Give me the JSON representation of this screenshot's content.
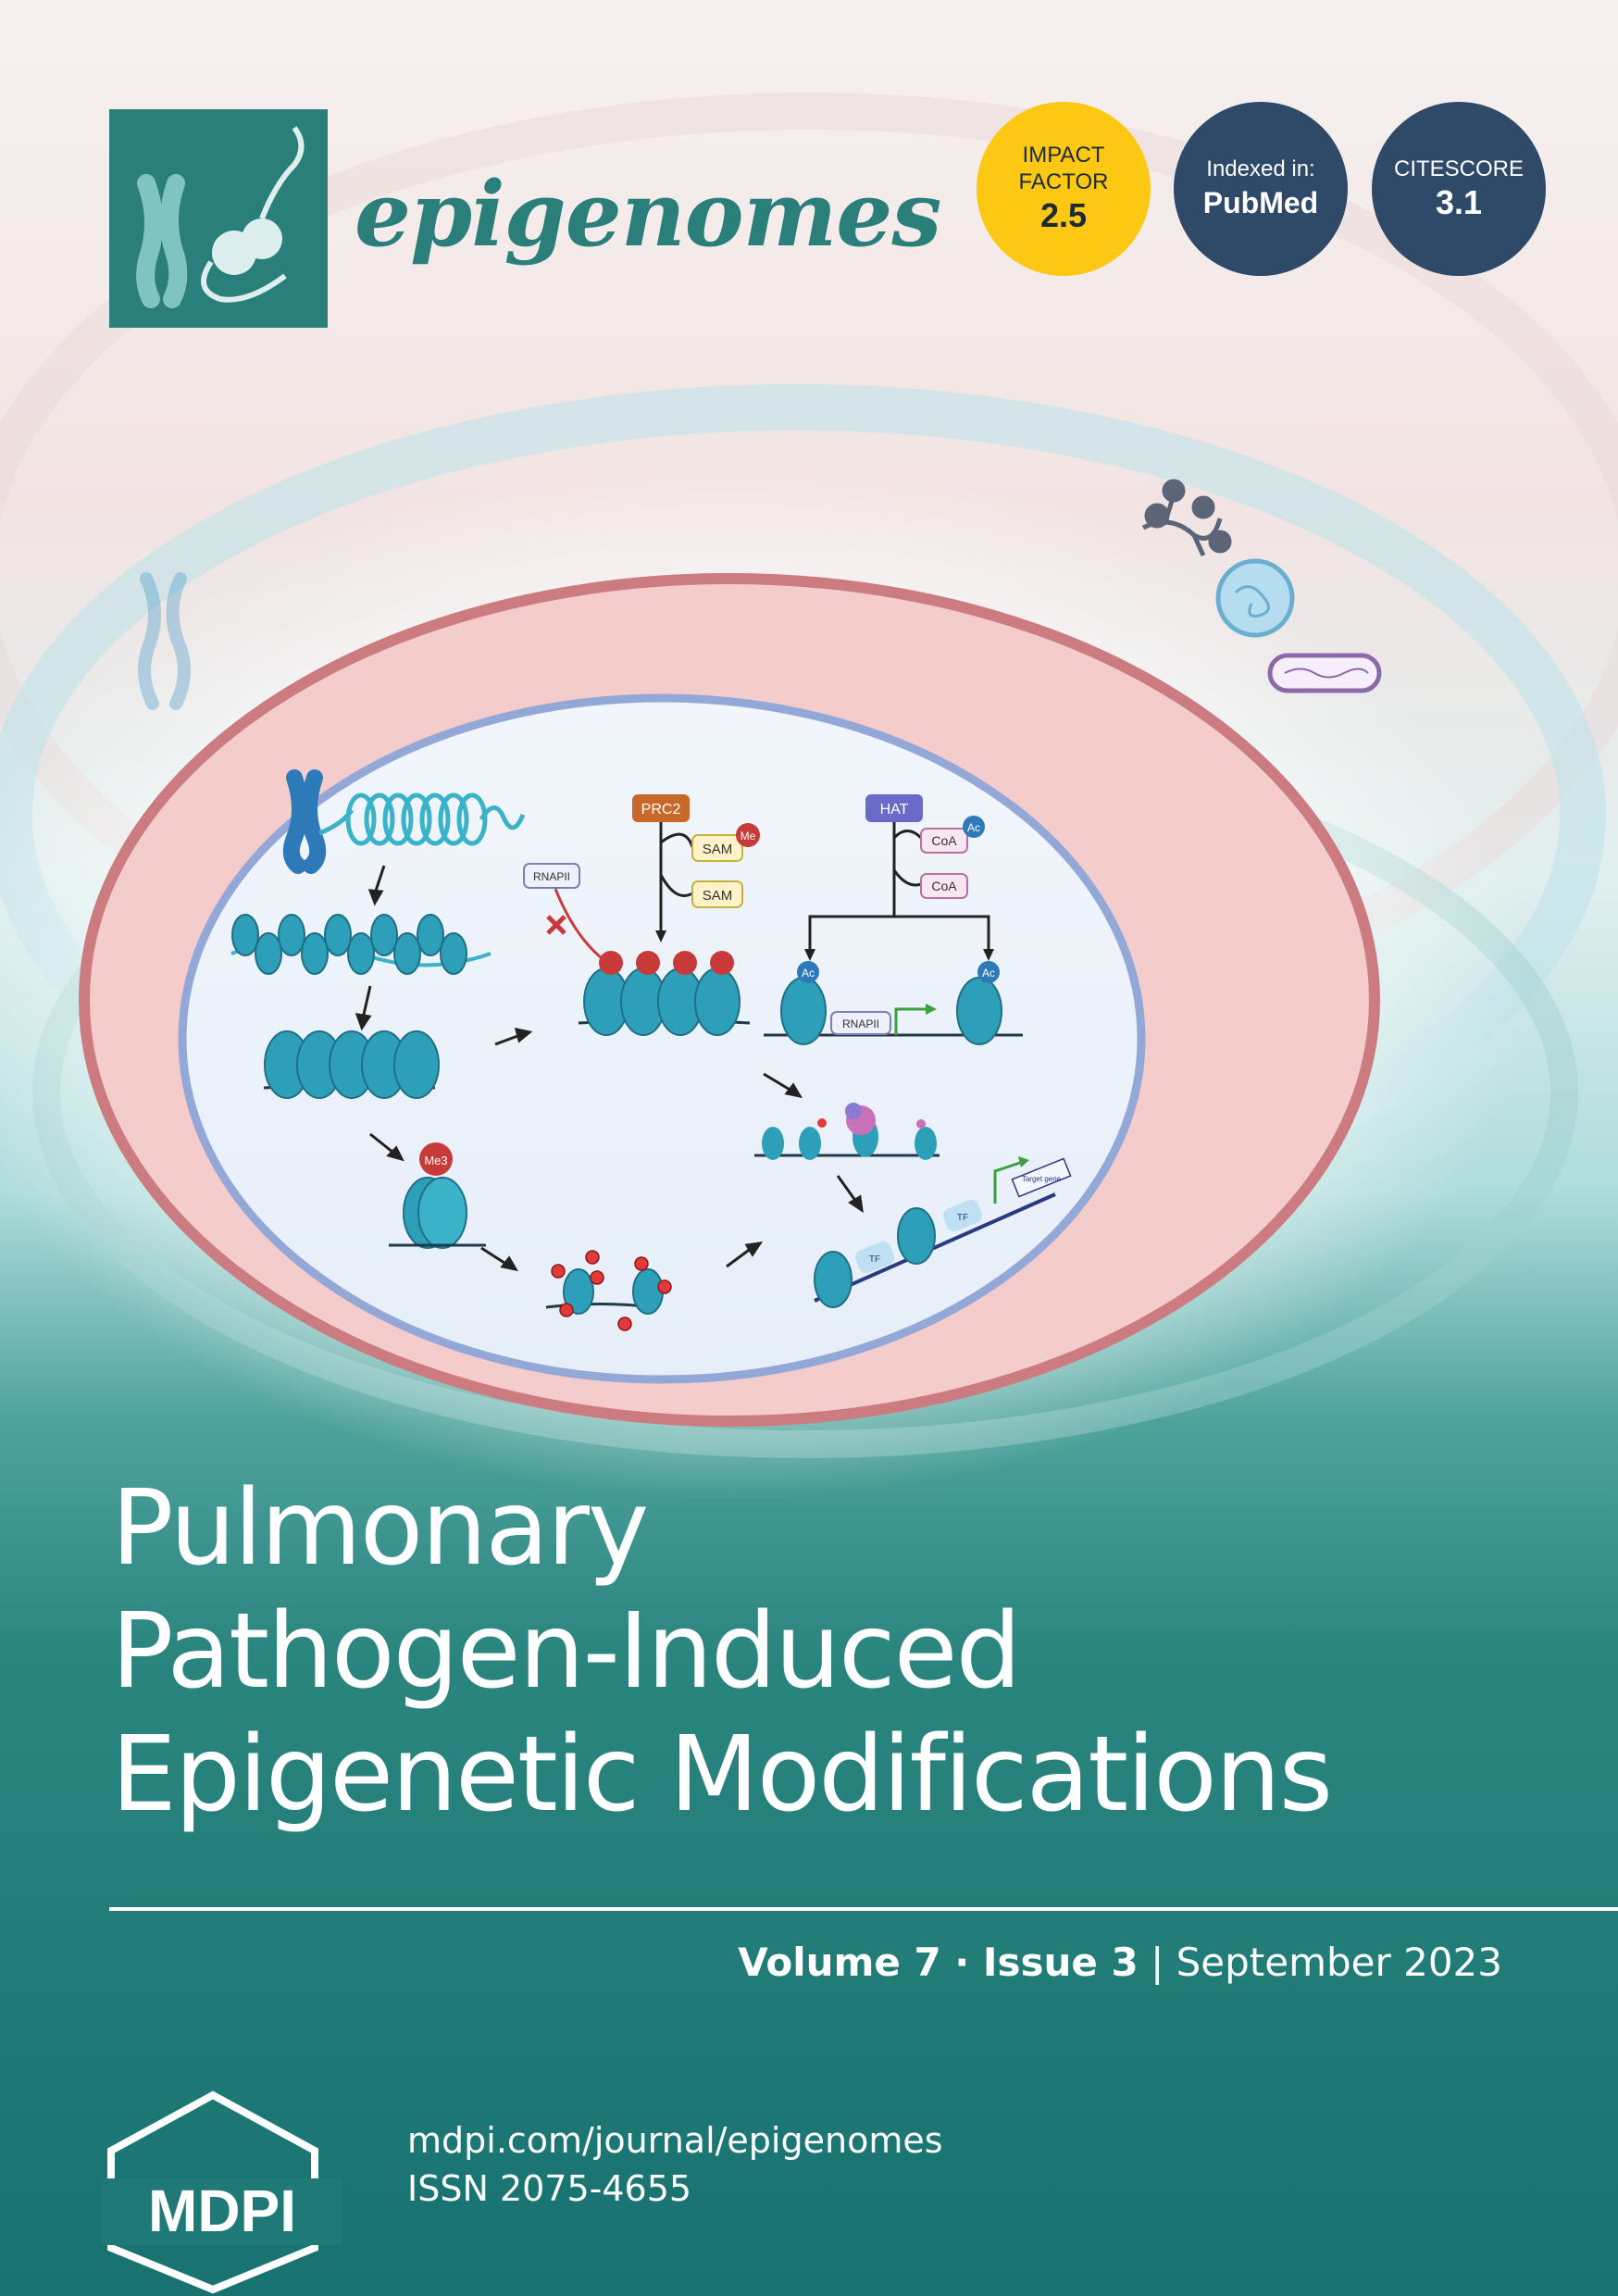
{
  "journal": {
    "name": "epigenomes",
    "badges": [
      {
        "line1": "IMPACT",
        "line2": "FACTOR",
        "value": "2.5",
        "color": "#fcc814"
      },
      {
        "line1": "Indexed in:",
        "value": "PubMed",
        "color": "#2e4a68"
      },
      {
        "line1": "CITESCORE",
        "value": "3.1",
        "color": "#2e4a68"
      }
    ]
  },
  "title_lines": [
    "Pulmonary",
    "Pathogen-Induced",
    "Epigenetic Modifications"
  ],
  "issue": {
    "volume": "Volume 7",
    "sep1": " · ",
    "issue": "Issue 3",
    "sep2": " | ",
    "date": "September 2023"
  },
  "illustration_labels": {
    "prc2": "PRC2",
    "sam": "SAM",
    "me": "Me",
    "me3": "Me3",
    "rnapii": "RNAPII",
    "hat": "HAT",
    "coa": "CoA",
    "ac": "Ac",
    "tf": "TF",
    "target_gene": "Target gene"
  },
  "publisher": {
    "name": "MDPI",
    "url": "mdpi.com/journal/epigenomes",
    "issn": "ISSN 2075-4655"
  },
  "colors": {
    "teal": "#2a7f7a",
    "navy": "#2e4a68",
    "yellow": "#fcc814",
    "cell_red": "#cc7c80",
    "nucleus_blue": "#94a8d8"
  }
}
